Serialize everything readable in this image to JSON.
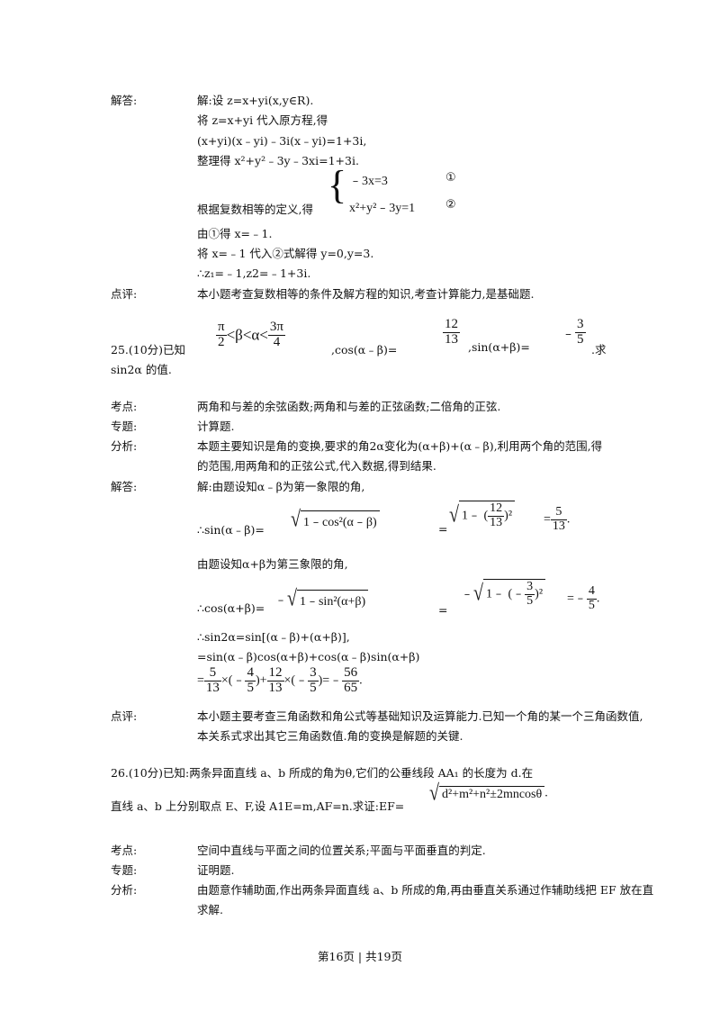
{
  "p24": {
    "label_answer": "解答:",
    "l1": "解:设 z=x+yi(x,y∈R).",
    "l2": "将 z=x+yi 代入原方程,得",
    "l3": "(x+yi)(x﹣yi)﹣3i(x﹣yi)=1+3i,",
    "l4": "整理得 x²+y²﹣3y﹣3xi=1+3i.",
    "l5_prefix": "根据复数相等的定义,得",
    "sys1": "﹣3x=3",
    "sys2": "x²+y²﹣3y=1",
    "circ1": "①",
    "circ2": "②",
    "l6": "由①得 x=﹣1.",
    "l7": "将 x=﹣1 代入②式解得 y=0,y=3.",
    "l8": "∴z₁=﹣1,z2=﹣1+3i.",
    "label_comment": "点评:",
    "comment": "本小题考查复数相等的条件及解方程的知识,考查计算能力,是基础题."
  },
  "p25": {
    "q_prefix": "25.(10分)已知",
    "f_pi": "π",
    "f_2": "2",
    "ineq": "<β<α<",
    "f_3pi": "3π",
    "f_4": "4",
    "q_mid1": ",cos(α﹣β)=",
    "f_12": "12",
    "f_13": "13",
    "q_mid2": ",sin(α+β)=",
    "neg": "﹣",
    "f_3": "3",
    "f_5": "5",
    "q_end": ".求",
    "q_line2": "sin2α 的值.",
    "label_kaodian": "考点:",
    "kaodian": "两角和与差的余弦函数;两角和与差的正弦函数;二倍角的正弦.",
    "label_zhuanti": "专题:",
    "zhuanti": "计算题.",
    "label_fenxi": "分析:",
    "fenxi1": "本题主要知识是角的变换,要求的角2α变化为(α+β)+(α﹣β),利用两个角的范围,得",
    "fenxi2": "的范围,用两角和的正弦公式,代入数据,得到结果.",
    "label_answer": "解答:",
    "a1": "解:由题设知α﹣β为第一象限的角,",
    "a2_prefix": "∴sin(α﹣β)=",
    "a2_rad1": "1﹣cos²(α﹣β)",
    "eq": "=",
    "a2_rad2_pre": "1﹣ (",
    "a2_rad2_post": ")²",
    "a2_res_num": "5",
    "a2_res_den": "13",
    "a3": "由题设知α+β为第三象限的角,",
    "a4_prefix": "∴cos(α+β)=",
    "a4_rad1": "1﹣sin²(α+β)",
    "a4_rad2_pre": "1﹣ (﹣",
    "a4_rad2_post": ")²",
    "a4_res_num": "4",
    "a4_res_den": "5",
    "a5": "∴sin2α=sin[(α﹣β)+(α+β)],",
    "a6": "=sin(α﹣β)cos(α+β)+cos(α﹣β)sin(α+β)",
    "a7_x1": "×(﹣",
    "a7_plus": ")+",
    "a7_x2": "×(﹣",
    "a7_close": ")=﹣",
    "a7_56": "56",
    "a7_65": "65",
    "label_comment": "点评:",
    "comment1": "本小题主要考查三角函数和角公式等基础知识及运算能力.已知一个角的某一个三角函数值,",
    "comment2": "本关系式求出其它三角函数值.角的变换是解题的关键."
  },
  "p26": {
    "q1": "26.(10分)已知:两条异面直线 a、b 所成的角为θ,它们的公垂线段 AA₁ 的长度为 d.在",
    "q2_prefix": "直线 a、b 上分别取点 E、F,设 A1E=m,AF=n.求证:EF=",
    "q2_rad": "d²+m²+n²±2mncosθ",
    "q2_end": ".",
    "label_kaodian": "考点:",
    "kaodian": "空间中直线与平面之间的位置关系;平面与平面垂直的判定.",
    "label_zhuanti": "专题:",
    "zhuanti": "证明题.",
    "label_fenxi": "分析:",
    "fenxi1": "由题意作辅助面,作出两条异面直线 a、b 所成的角,再由垂直关系通过作辅助线把 EF 放在直",
    "fenxi2": "求解."
  },
  "footer": {
    "text": "第16页 | 共19页"
  }
}
